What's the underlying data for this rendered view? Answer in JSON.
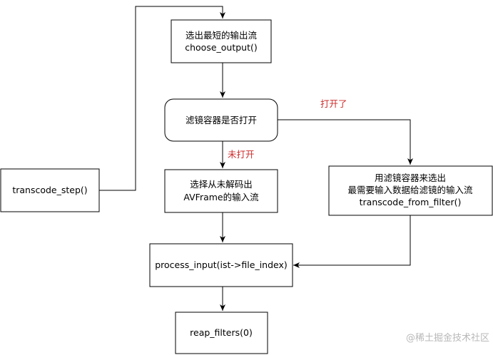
{
  "colors": {
    "stroke": "#000000",
    "background": "#ffffff",
    "edge_label": "#cc2b2b",
    "watermark": "#b8b8b8"
  },
  "nodes": {
    "choose_output": {
      "line1": "选出最短的输出流",
      "line2": "choose_output()"
    },
    "filter_open": {
      "line1": "滤镜容器是否打开"
    },
    "select_input": {
      "line1": "选择从未解码出",
      "line2": "AVFrame的输入流"
    },
    "from_filter": {
      "line1": "用滤镜容器来选出",
      "line2": "最需要输入数据给滤镜的输入流",
      "line3": "transcode_from_filter()"
    },
    "transcode_step": {
      "line1": "transcode_step()"
    },
    "process_input": {
      "line1": "process_input(ist->file_index)"
    },
    "reap_filters": {
      "line1": "reap_filters(0)"
    }
  },
  "edge_labels": {
    "opened": "打开了",
    "not_opened": "未打开"
  },
  "watermark": {
    "text": "@稀土掘金技术社区"
  }
}
